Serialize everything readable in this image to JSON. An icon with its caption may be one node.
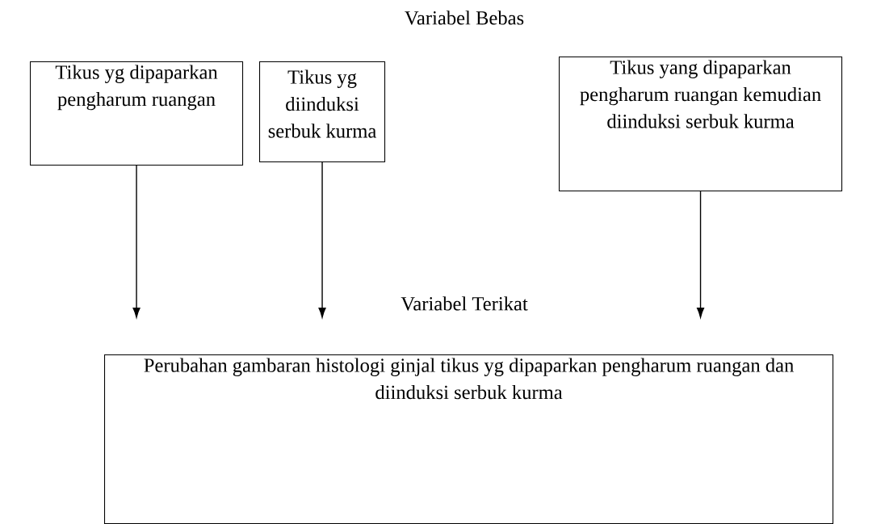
{
  "diagram": {
    "title": "Variabel Bebas",
    "nodes": [
      {
        "text": [
          "Tikus yg dipaparkan pengharum ruangan"
        ]
      },
      {
        "text": [
          "Tikus yg diinduksi serbuk kurma"
        ]
      },
      {
        "text": [
          "Tikus yang dipaparkan pengharum ruangan kemudian diinduksi serbuk kurma"
        ]
      },
      {
        "text": [
          "Perubahan gambaran histologi ginjal tikus yg dipaparkan pengharum ruangan dan diinduksi serbuk kurma"
        ]
      }
    ],
    "edges": [
      {
        "from": 0,
        "to": null,
        "arrow": "to"
      },
      {
        "from": 1,
        "to": null,
        "arrow": "to"
      },
      {
        "from": 2,
        "to": null,
        "arrow": "to"
      }
    ],
    "labels": [
      "Variabel Terikat"
    ]
  }
}
